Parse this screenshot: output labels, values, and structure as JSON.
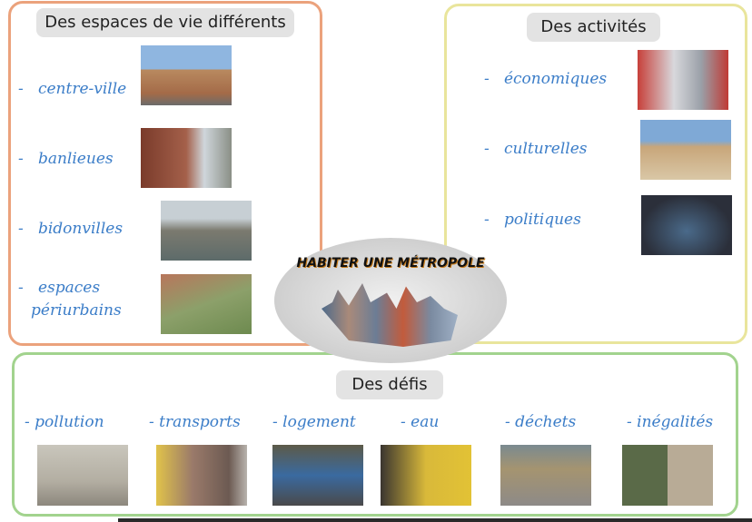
{
  "center": {
    "title": "HABITER UNE MÉTROPOLE"
  },
  "espaces": {
    "title": "Des espaces de vie différents",
    "items": [
      {
        "label": "centre-ville",
        "photo": "city-center-photo"
      },
      {
        "label": "banlieues",
        "photo": "suburb-houses-photo"
      },
      {
        "label": "bidonvilles",
        "photo": "slum-photo"
      },
      {
        "label": "espaces",
        "label2": "périurbains",
        "photo": "periurban-photo"
      }
    ]
  },
  "activites": {
    "title": "Des activités",
    "items": [
      {
        "label": "économiques",
        "photo": "business-district-photo"
      },
      {
        "label": "culturelles",
        "photo": "louvre-photo"
      },
      {
        "label": "politiques",
        "photo": "council-chamber-photo"
      }
    ]
  },
  "defis": {
    "title": "Des défis",
    "items": [
      {
        "label": "pollution",
        "photo": "smog-photo"
      },
      {
        "label": "transports",
        "photo": "crowded-train-photo"
      },
      {
        "label": "logement",
        "photo": "tent-camp-photo"
      },
      {
        "label": "eau",
        "photo": "water-cans-photo"
      },
      {
        "label": "déchets",
        "photo": "garbage-street-photo"
      },
      {
        "label": "inégalités",
        "photo": "inequality-aerial-photo"
      }
    ]
  },
  "colors": {
    "espaces_border": "#eba27c",
    "activites_border": "#e9e59c",
    "defis_border": "#a2d38e",
    "label": "#3b7dc8"
  }
}
